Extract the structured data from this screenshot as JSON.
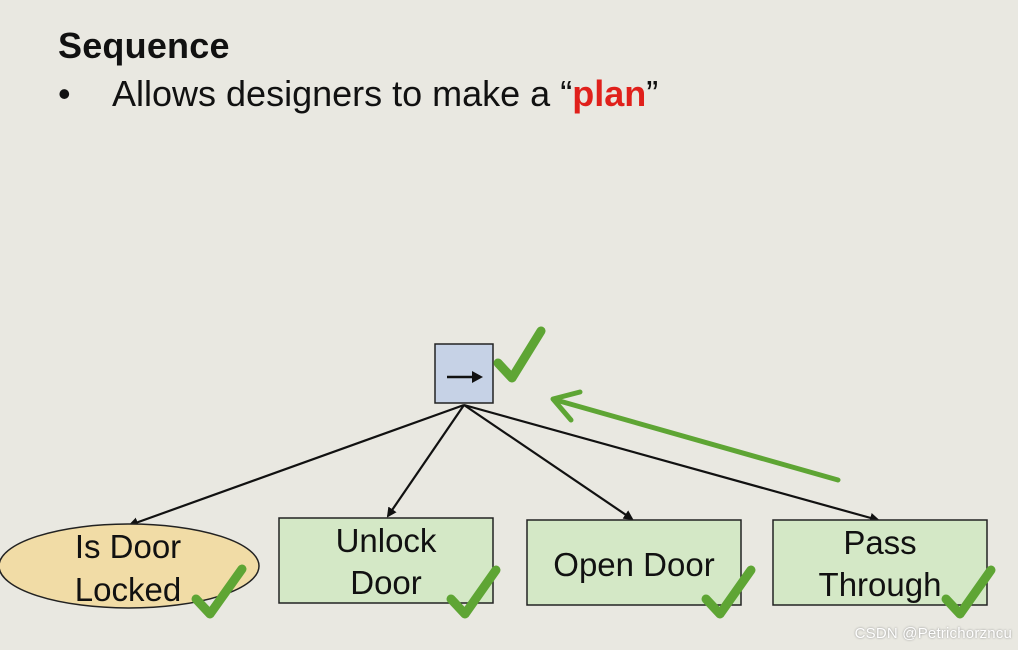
{
  "slide": {
    "title": "Sequence",
    "bullet": {
      "marker": "•",
      "text_before": "Allows designers to make a “",
      "highlight": "plan",
      "text_after": "”"
    }
  },
  "diagram": {
    "root_symbol": "→",
    "nodes": [
      {
        "line1": "Is Door",
        "line2": "Locked"
      },
      {
        "line1": "Unlock",
        "line2": "Door"
      },
      {
        "line1": "Open Door",
        "line2": ""
      },
      {
        "line1": "Pass",
        "line2": "Through"
      }
    ],
    "colors": {
      "root_fill": "#c6d2e6",
      "condition_fill": "#f1dca6",
      "action_fill": "#d4e8c6",
      "check": "#5ea534",
      "highlight": "#e0201b"
    }
  },
  "footer": {
    "credit": "CSDN @Petrichorzncu"
  }
}
